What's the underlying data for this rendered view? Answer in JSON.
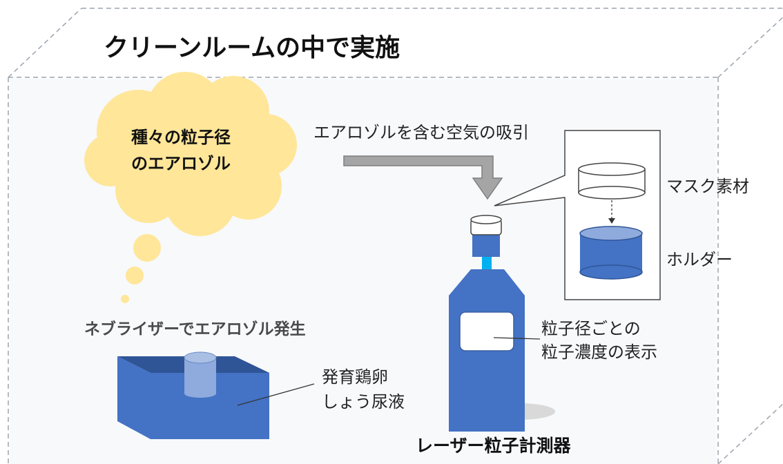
{
  "title": "クリーンルームの中で実施",
  "cloud_label": [
    "種々の粒子径",
    "のエアロゾル"
  ],
  "airflow_label": "エアロゾルを含む空気の吸引",
  "mask_label": "マスク素材",
  "holder_label": "ホルダー",
  "nebulizer_label": "ネブライザーでエアロゾル発生",
  "liquid_label": [
    "発育鶏卵",
    "しょう尿液"
  ],
  "display_label": [
    "粒子径ごとの",
    "粒子濃度の表示"
  ],
  "device_label": "レーザー粒子計測器",
  "colors": {
    "device_blue": "#4472c4",
    "device_dark": "#2f5597",
    "cloud_yellow": "#ffe699",
    "arrow_gray": "#a5a5a5",
    "room_edge": "#a0a8b4"
  }
}
